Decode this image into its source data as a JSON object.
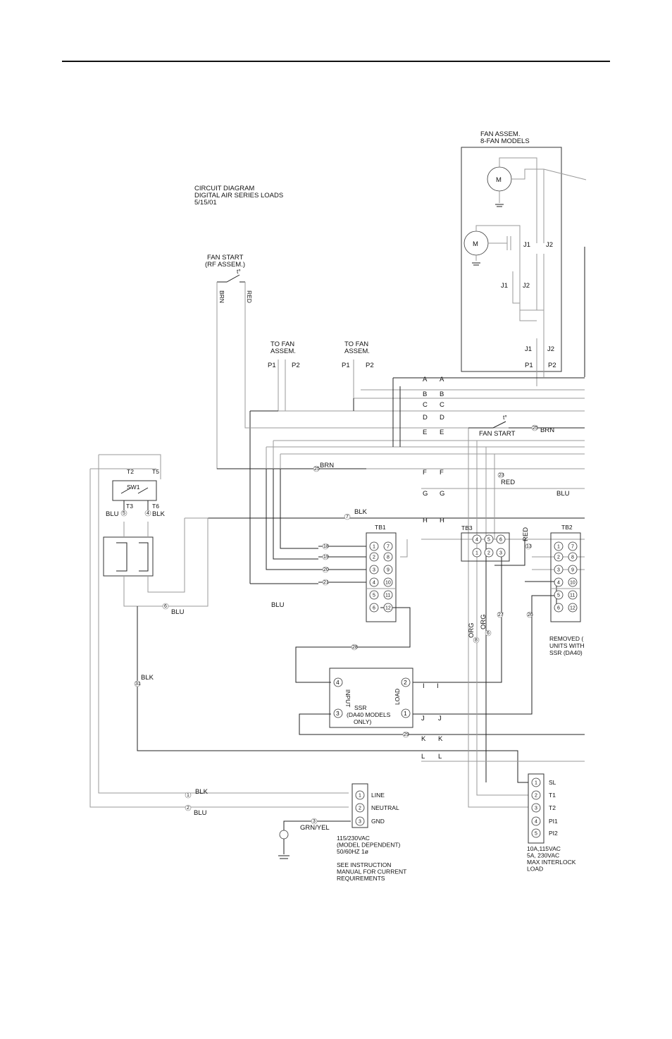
{
  "header_rule": true,
  "title_block": {
    "line1": "CIRCUIT DIAGRAM",
    "line2": "DIGITAL AIR SERIES LOADS",
    "line3": "5/15/01"
  },
  "fan_assembly": {
    "line1": "FAN ASSEM.",
    "line2": "8-FAN MODELS",
    "motor": "M",
    "j1": "J1",
    "j2": "J2",
    "p1": "P1",
    "p2": "P2"
  },
  "fan_start_rf": {
    "line1": "FAN START",
    "line2": "(RF ASSEM.)",
    "temp": "t°",
    "brn": "BRN",
    "red": "RED"
  },
  "to_fan_1": {
    "line1": "TO FAN",
    "line2": "ASSEM.",
    "p1": "P1",
    "p2": "P2"
  },
  "to_fan_2": {
    "line1": "TO FAN",
    "line2": "ASSEM.",
    "p1": "P1",
    "p2": "P2"
  },
  "bus_letters": [
    "A",
    "B",
    "C",
    "D",
    "E",
    "F",
    "G",
    "H",
    "I",
    "J",
    "K",
    "L"
  ],
  "fan_start_right": {
    "label": "FAN START",
    "temp": "t°"
  },
  "wire_labels": {
    "brn_25": "BRN",
    "brn_23": "BRN",
    "red_23": "RED",
    "blu_g": "BLU",
    "blk_7": "BLK",
    "blu_5": "BLU",
    "blk_4": "BLK",
    "blu_6": "BLU",
    "blu_tb1": "BLU",
    "blk_31": "BLK",
    "blk_1": "BLK",
    "blu_2": "BLU",
    "grn_yel": "GRN/YEL",
    "org_8": "ORG",
    "org_6": "ORG",
    "red_tb": "RED"
  },
  "wire_numbers": {
    "n25a": "25",
    "n25b": "25",
    "n23": "23",
    "n7": "7",
    "n5": "5",
    "n4": "4",
    "n6": "6",
    "n18": "18",
    "n19": "19",
    "n20": "20",
    "n21": "21",
    "n13": "13",
    "n27": "27",
    "n26": "26",
    "n28": "28",
    "n29": "29",
    "n31": "31",
    "n8": "8",
    "n6b": "6",
    "n1": "1",
    "n2": "2",
    "n3": "3"
  },
  "switch": {
    "label": "SW1",
    "t2": "T2",
    "t5": "T5",
    "t3": "T3",
    "t6": "T6"
  },
  "tb1": {
    "label": "TB1",
    "left": [
      "1",
      "2",
      "3",
      "4",
      "5",
      "6"
    ],
    "right": [
      "7",
      "8",
      "9",
      "10",
      "11",
      "12"
    ]
  },
  "tb2": {
    "label": "TB2",
    "left": [
      "1",
      "2",
      "3",
      "4",
      "5",
      "6"
    ],
    "right": [
      "7",
      "8",
      "9",
      "10",
      "11",
      "12"
    ]
  },
  "tb3": {
    "label": "TB3",
    "top": [
      "4",
      "5",
      "6"
    ],
    "bottom": [
      "1",
      "2",
      "3"
    ]
  },
  "ssr": {
    "input": "INPUT",
    "load": "LOAD",
    "line1": "SSR",
    "line2": "(DA40 MODELS",
    "line3": "ONLY)",
    "pins": [
      "4",
      "3",
      "2",
      "1"
    ]
  },
  "removed_note": {
    "line1": "REMOVED (",
    "line2": "UNITS WITH",
    "line3": "SSR (DA40)"
  },
  "power_block": {
    "pins": [
      "1",
      "2",
      "3"
    ],
    "labels": [
      "LINE",
      "NEUTRAL",
      "GND"
    ],
    "note": [
      "115/230VAC",
      "(MODEL DEPENDENT)",
      "50/60HZ 1ø",
      "",
      "SEE INSTRUCTION",
      "MANUAL FOR CURRENT",
      "REQUIREMENTS"
    ]
  },
  "interlock_block": {
    "pins": [
      "1",
      "2",
      "3",
      "4",
      "5"
    ],
    "labels": [
      "SL",
      "T1",
      "T2",
      "PI1",
      "PI2"
    ],
    "note": [
      "10A,115VAC",
      "5A, 230VAC",
      "MAX INTERLOCK",
      "LOAD"
    ]
  }
}
